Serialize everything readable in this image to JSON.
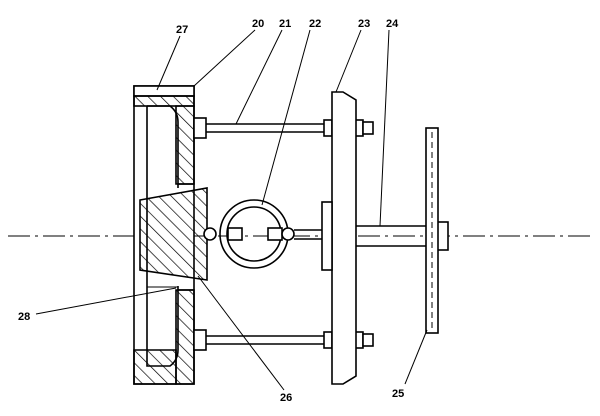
{
  "labels": {
    "l20": "20",
    "l21": "21",
    "l22": "22",
    "l23": "23",
    "l24": "24",
    "l25": "25",
    "l26": "26",
    "l27": "27",
    "l28": "28"
  }
}
